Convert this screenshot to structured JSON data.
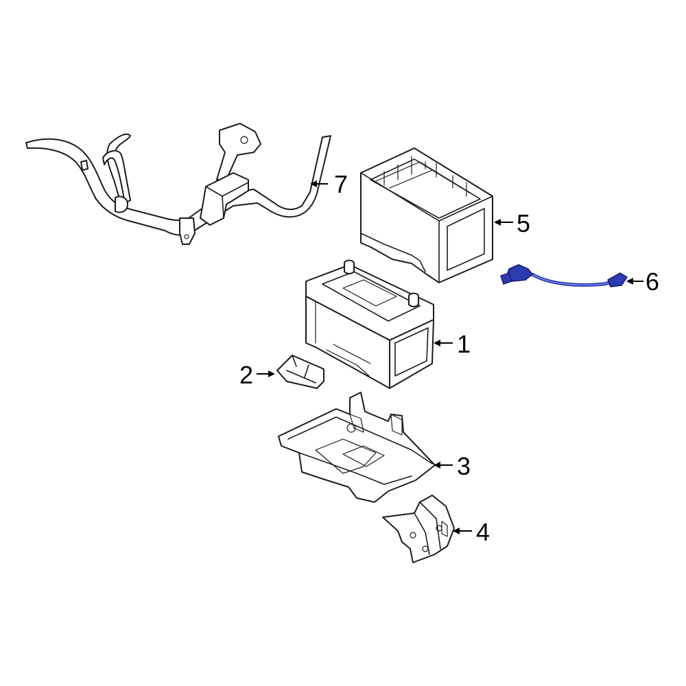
{
  "diagram": {
    "highlight_color": "#2b3bb0",
    "line_color": "#1a1a1a",
    "background": "#ffffff",
    "callouts": [
      {
        "id": "1",
        "label": "1",
        "part": "battery"
      },
      {
        "id": "2",
        "label": "2",
        "part": "battery-hold-down"
      },
      {
        "id": "3",
        "label": "3",
        "part": "battery-tray"
      },
      {
        "id": "4",
        "label": "4",
        "part": "tray-bracket"
      },
      {
        "id": "5",
        "label": "5",
        "part": "battery-insulator-box"
      },
      {
        "id": "6",
        "label": "6",
        "part": "battery-cable-highlighted"
      },
      {
        "id": "7",
        "label": "7",
        "part": "battery-cable-harness"
      }
    ]
  }
}
